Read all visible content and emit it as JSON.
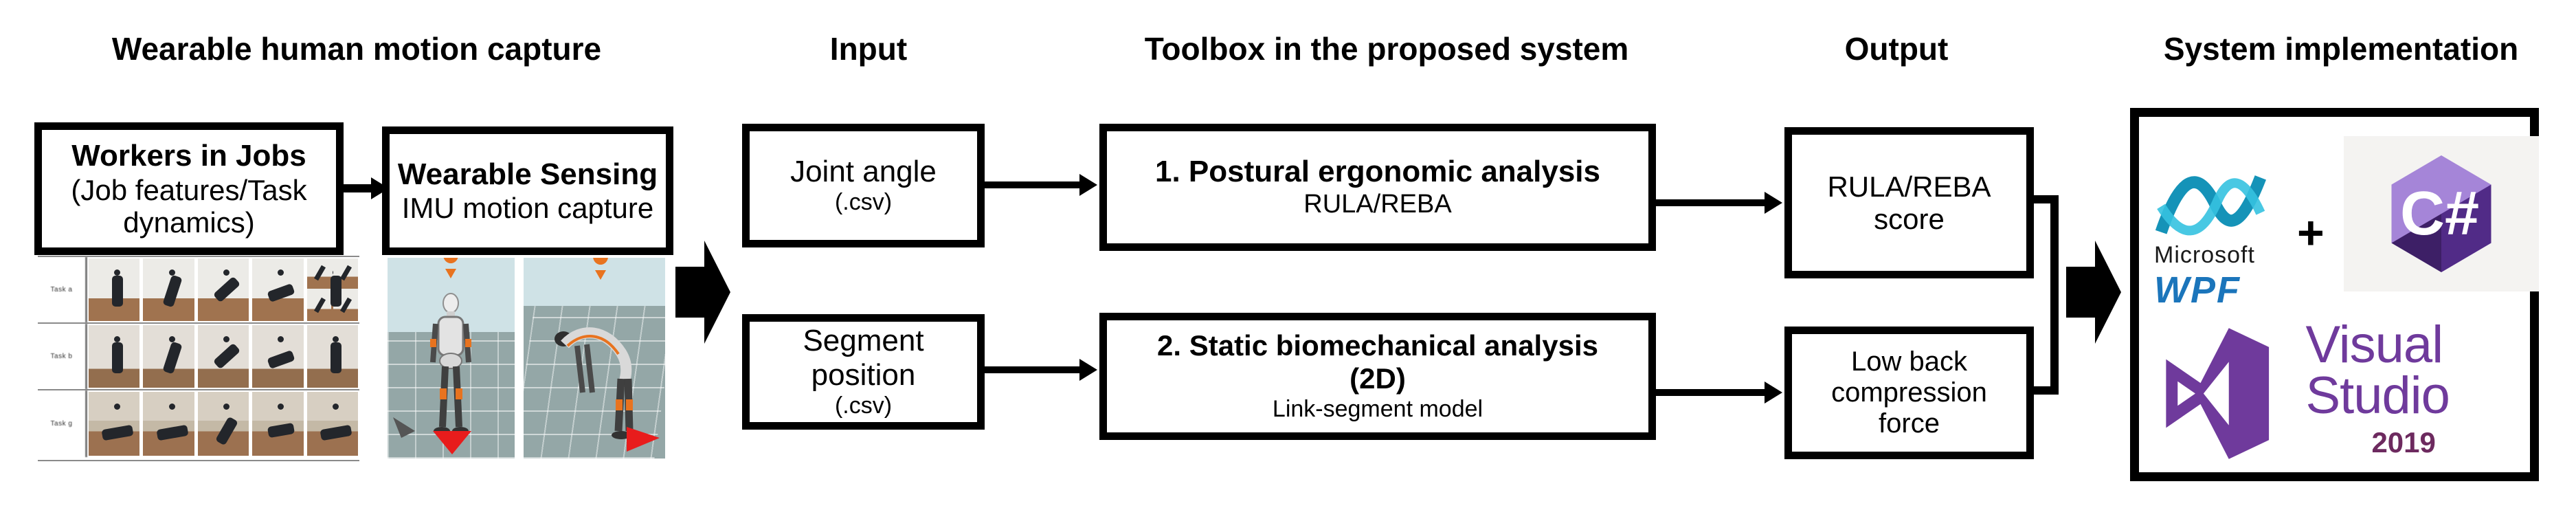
{
  "headers": {
    "capture": "Wearable human motion capture",
    "input": "Input",
    "toolbox": "Toolbox in the proposed system",
    "output": "Output",
    "implementation": "System implementation"
  },
  "capture": {
    "workers_box": {
      "title": "Workers in Jobs",
      "subtitle": "(Job features/Task dynamics)"
    },
    "sensing_box": {
      "title": "Wearable Sensing",
      "subtitle": "IMU motion capture"
    },
    "photo_rows": [
      {
        "label": "Task a"
      },
      {
        "label": "Task b"
      },
      {
        "label": "Task g"
      }
    ]
  },
  "input": {
    "joint_box": {
      "title": "Joint angle",
      "format": "(.csv)"
    },
    "segment_box": {
      "title": "Segment position",
      "format": "(.csv)"
    }
  },
  "toolbox": {
    "tool1": {
      "title": "1. Postural ergonomic analysis",
      "subtitle": "RULA/REBA"
    },
    "tool2": {
      "title": "2. Static biomechanical analysis",
      "title2": "(2D)",
      "subtitle": "Link-segment model"
    }
  },
  "output": {
    "rula_box": {
      "line1": "RULA/REBA",
      "line2": "score"
    },
    "lowback_box": {
      "line1": "Low back",
      "line2": "compression",
      "line3": "force"
    }
  },
  "implementation": {
    "wpf": {
      "brand": "Microsoft",
      "product": "WPF"
    },
    "plus": "+",
    "csharp": "C#",
    "vs": {
      "line1": "Visual",
      "line2": "Studio",
      "year": "2019"
    }
  },
  "colors": {
    "wpf_blue": "#1b75bb",
    "wpf_teal_dark": "#1593b8",
    "wpf_teal_light": "#35c2e0",
    "csharp_light": "#a585d8",
    "csharp_mid": "#7e4aa8",
    "csharp_dark": "#512b87",
    "vs_purple": "#6f3a9c",
    "vs_year_maroon": "#6d2a5f",
    "marker_orange": "#e8731f",
    "wedge_red": "#e81c1c",
    "sky_blue": "#cfe2e6",
    "floor_gray": "#94a7a7"
  }
}
